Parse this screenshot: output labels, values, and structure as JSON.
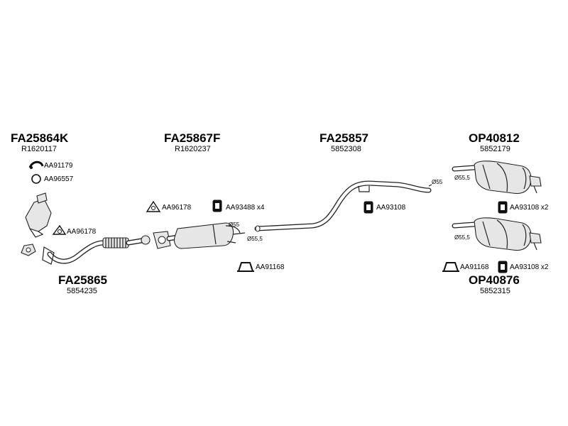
{
  "assemblies": {
    "fa25864k": {
      "code": "FA25864K",
      "ref": "R1620117"
    },
    "fa25867f": {
      "code": "FA25867F",
      "ref": "R1620237"
    },
    "fa25857": {
      "code": "FA25857",
      "ref": "5852308"
    },
    "op40812": {
      "code": "OP40812",
      "ref": "5852179"
    },
    "fa25865": {
      "code": "FA25865",
      "ref": "5854235"
    },
    "op40876": {
      "code": "OP40876",
      "ref": "5852315"
    }
  },
  "accessories": {
    "aa91179": "AA91179",
    "aa96557": "AA96557",
    "aa96178_left": "AA96178",
    "aa96178_mid": "AA96178",
    "aa93488": "AA93488 x4",
    "aa93108_mid": "AA93108",
    "aa93108_top": "AA93108 x2",
    "aa91168_mid": "AA91168",
    "aa91168_right": "AA91168",
    "aa93108_bottom": "AA93108 x2"
  },
  "dimensions": {
    "d55_center": "Ø55",
    "d55_5_center": "Ø55,5",
    "d55_pipe": "Ø55",
    "d55_5_top": "Ø55,5",
    "d55_5_bottom": "Ø55,5"
  },
  "colors": {
    "ink": "#222222",
    "part_fill": "#e6e6e6",
    "background": "#ffffff"
  },
  "icons": {
    "hook": "rubber-hook-icon",
    "gasket": "flange-gasket-icon",
    "clamp": "clamp-icon",
    "mount": "rubber-mount-icon"
  }
}
